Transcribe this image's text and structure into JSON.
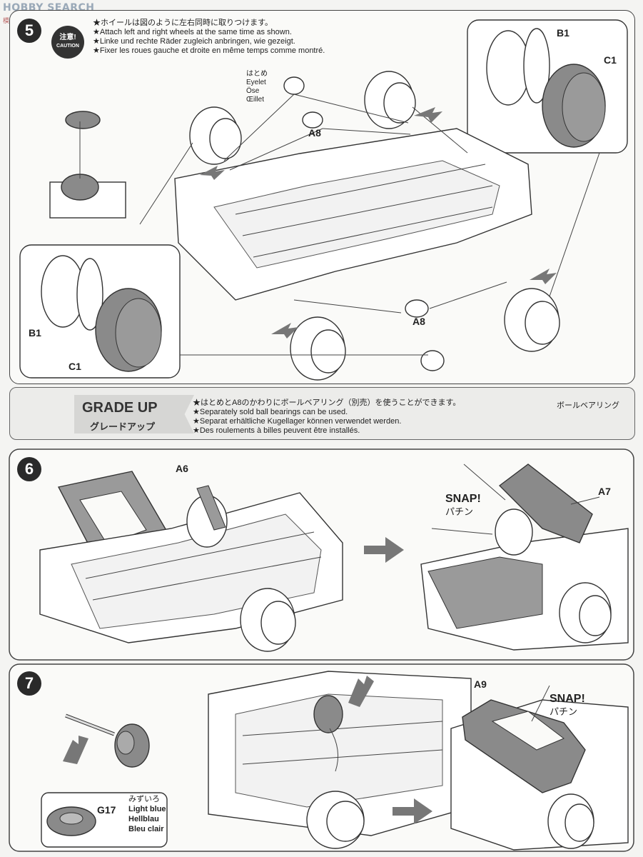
{
  "watermark": {
    "brand": "HOBBY SEARCH",
    "sub": "模玩"
  },
  "step5": {
    "number": "5",
    "caution": {
      "jp": "注意!",
      "en": "CAUTION"
    },
    "notes": [
      "★ホイールは図のように左右同時に取りつけます。",
      "★Attach left and right wheels at the same time as shown.",
      "★Linke und rechte Räder zugleich anbringen, wie gezeigt.",
      "★Fixer les roues gauche et droite en même temps comme montré."
    ],
    "eyelet": {
      "jp": "はとめ",
      "en": "Eyelet",
      "de": "Öse",
      "fr": "Œillet"
    },
    "labels": {
      "b1": "B1",
      "c1": "C1",
      "a8": "A8"
    }
  },
  "grade_up": {
    "title": "GRADE UP",
    "subtitle": "グレードアップ",
    "notes": [
      "★はとめとA8のかわりにボールベアリング（別売）を使うことができます。",
      "★Separately sold ball bearings can be used.",
      "★Separat erhältliche Kugellager können verwendet werden.",
      "★Des roulements à billes peuvent être installés."
    ],
    "bearing_label": "ボールベアリング"
  },
  "step6": {
    "number": "6",
    "labels": {
      "a6": "A6",
      "a7": "A7"
    },
    "snap": {
      "en": "SNAP!",
      "jp": "パチン"
    }
  },
  "step7": {
    "number": "7",
    "labels": {
      "a9": "A9",
      "g17": "G17"
    },
    "color": {
      "jp": "みずいろ",
      "en": "Light blue",
      "de": "Hellblau",
      "fr": "Bleu clair"
    },
    "snap": {
      "en": "SNAP!",
      "jp": "パチン"
    }
  }
}
